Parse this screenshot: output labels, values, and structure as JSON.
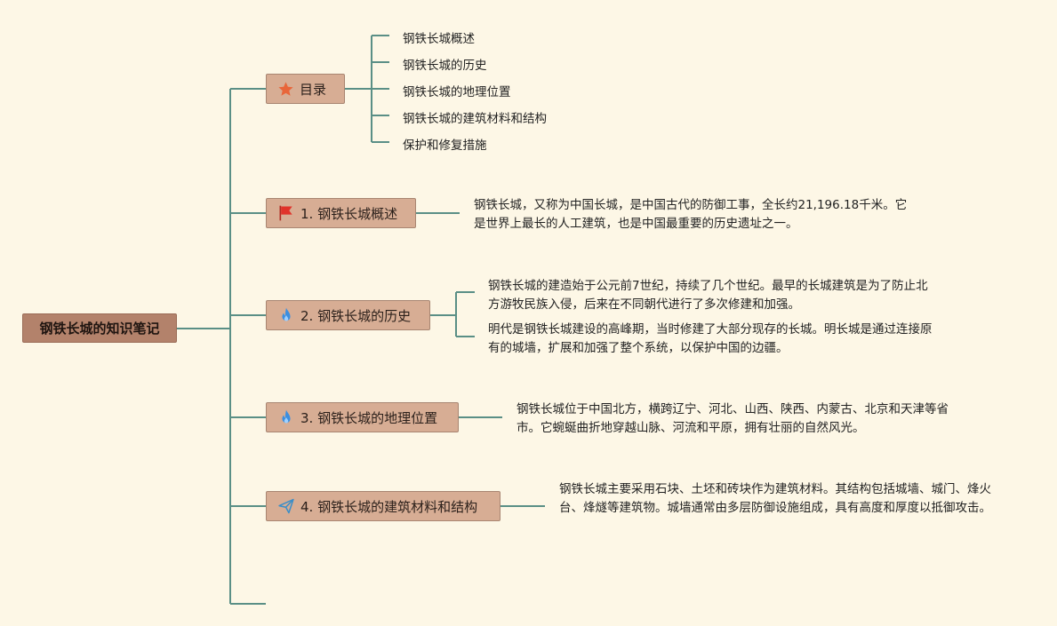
{
  "root": {
    "title": "钢铁长城的知识笔记"
  },
  "toc": {
    "label": "目录",
    "icon": "star-icon",
    "items": [
      "钢铁长城概述",
      "钢铁长城的历史",
      "钢铁长城的地理位置",
      "钢铁长城的建筑材料和结构",
      "保护和修复措施"
    ]
  },
  "sections": [
    {
      "label": "1. 钢铁长城概述",
      "icon": "red-flag-icon",
      "paragraphs": [
        "钢铁长城，又称为中国长城，是中国古代的防御工事，全长约21,196.18千米。它是世界上最长的人工建筑，也是中国最重要的历史遗址之一。"
      ]
    },
    {
      "label": "2. 钢铁长城的历史",
      "icon": "flame-icon",
      "paragraphs": [
        "钢铁长城的建造始于公元前7世纪，持续了几个世纪。最早的长城建筑是为了防止北方游牧民族入侵，后来在不同朝代进行了多次修建和加强。",
        "明代是钢铁长城建设的高峰期，当时修建了大部分现存的长城。明长城是通过连接原有的城墙，扩展和加强了整个系统，以保护中国的边疆。"
      ]
    },
    {
      "label": "3. 钢铁长城的地理位置",
      "icon": "flame-icon",
      "paragraphs": [
        "钢铁长城位于中国北方，横跨辽宁、河北、山西、陕西、内蒙古、北京和天津等省市。它蜿蜒曲折地穿越山脉、河流和平原，拥有壮丽的自然风光。"
      ]
    },
    {
      "label": "4. 钢铁长城的建筑材料和结构",
      "icon": "paper-plane-icon",
      "paragraphs": [
        "钢铁长城主要采用石块、土坯和砖块作为建筑材料。其结构包括城墙、城门、烽火台、烽燧等建筑物。城墙通常由多层防御设施组成，具有高度和厚度以抵御攻击。"
      ]
    }
  ],
  "colors": {
    "background": "#fdf7e6",
    "connector": "#5a8f86",
    "node_fill": "#d7ad94",
    "root_fill": "#b3826b",
    "star": "#e8663a",
    "flag": "#e0332b",
    "flame": "#3b8fe0",
    "plane": "#3a8ec8"
  }
}
